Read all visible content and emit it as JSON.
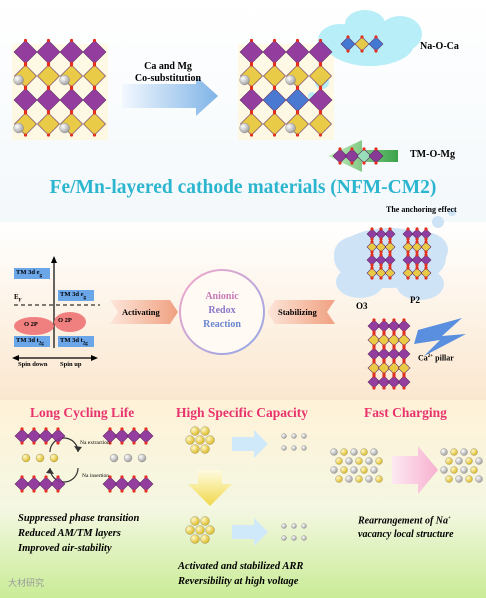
{
  "top": {
    "arrow_label_1": "Ca and Mg",
    "arrow_label_2": "Co-substitution",
    "label_na_o_ca": "Na-O-Ca",
    "label_tm_o_mg": "TM-O-Mg"
  },
  "title": "Fe/Mn-layered cathode materials (NFM-CM2)",
  "mid": {
    "anchoring": "The anchoring effect",
    "activating": "Activating",
    "stabilizing": "Stabilizing",
    "circle_1": "Anionic",
    "circle_2": "Redox",
    "circle_3": "Reaction",
    "p2": "P2",
    "o3": "O3",
    "ca_pillar_base": "Ca",
    "ca_pillar_sup": "2+",
    "ca_pillar_rest": " pillar",
    "dos": {
      "tm3d_eg": "TM 3d e",
      "tm3d_eg_sub": "g",
      "tm3d_eg2": "TM 3d e",
      "tm3d_eg2_sub": "g",
      "ef": "E",
      "ef_sub": "F",
      "o2p_left": "O 2P",
      "o2p_right": "O 2P",
      "tm3d_t2g_l": "TM 3d t",
      "tm3d_t2g_l_sub": "2g",
      "tm3d_t2g_r": "TM 3d t",
      "tm3d_t2g_r_sub": "2g",
      "spin_down": "Spin down",
      "spin_up": "Spin up"
    }
  },
  "bottom": {
    "long_cycling": "Long Cycling Life",
    "high_capacity": "High Specific Capacity",
    "fast_charging": "Fast Charging",
    "na_extraction": "Na extraction",
    "na_insertion": "Na insertion",
    "bullet1": "Suppressed phase transition",
    "bullet2": "Reduced AM/TM layers",
    "bullet3": "Improved air-stability",
    "arr1": "Activated and stabilized ARR",
    "arr2": "Reversibility at high voltage",
    "rearr1": "Rearrangement of Na",
    "rearr1_sup": "+",
    "rearr2": "vacancy local structure",
    "watermark": "大材研究"
  },
  "colors": {
    "title": "#2bb5cf",
    "pink_heading": "#e8336e",
    "arrow_blue": "#7fb4e6",
    "arrow_salmon": "#f0a080",
    "arrow_green": "#3aa24a",
    "octa_yellow": "#e8c83a",
    "octa_purple": "#8b2f9a",
    "octa_blue": "#3a6fd0"
  }
}
